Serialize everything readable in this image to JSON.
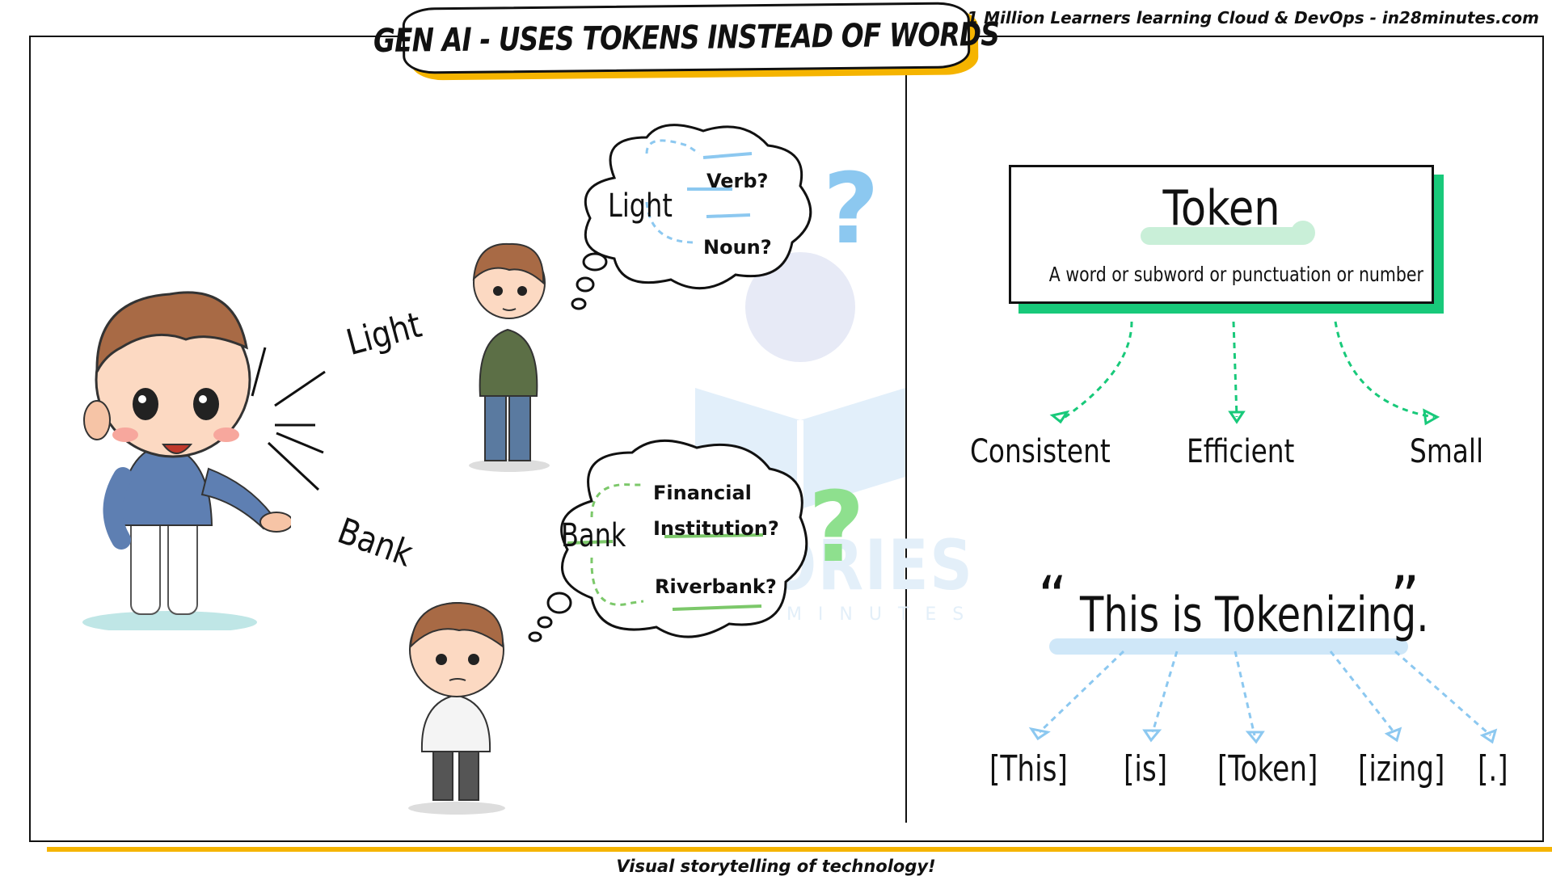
{
  "header": {
    "title": "GEN AI - USES TOKENS INSTEAD OF WORDS",
    "tagline": "1 Million Learners learning Cloud & DevOps - in28minutes.com"
  },
  "footer": {
    "text": "Visual storytelling of technology!"
  },
  "left_panel": {
    "spoken_words": [
      "Light",
      "Bank"
    ],
    "thought_light": {
      "word": "Light",
      "options": [
        "Verb?",
        "Noun?"
      ]
    },
    "thought_bank": {
      "word": "Bank",
      "options": [
        "Financial Institution?",
        "Riverbank?"
      ]
    },
    "question_mark": "?"
  },
  "watermark": {
    "line1": "STORIES",
    "line2": "IN28MINUTES"
  },
  "right_panel": {
    "token_title": "Token",
    "token_definition": "A word or subword or  punctuation or number",
    "properties": [
      "Consistent",
      "Efficient",
      "Small"
    ],
    "example_sentence": "This is Tokenizing.",
    "quote_open": "“",
    "quote_close": "”",
    "tokens": [
      "[This]",
      "[is]",
      "[Token]",
      "[izing]",
      "[.]"
    ]
  },
  "colors": {
    "accent_yellow": "#f5b400",
    "green": "#18c97a",
    "blue": "#8cc8f0",
    "light_green": "#8ee08e"
  }
}
